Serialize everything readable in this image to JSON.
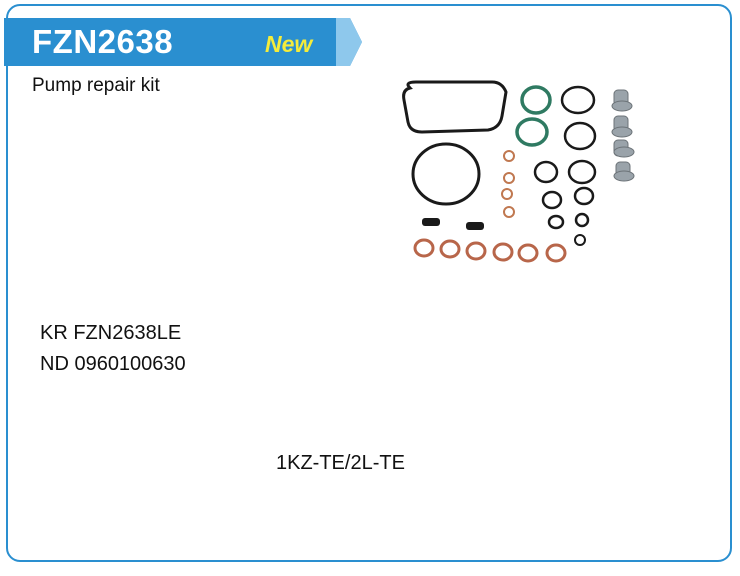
{
  "product": {
    "code": "FZN2638",
    "badge": "New",
    "description": "Pump repair kit"
  },
  "references": [
    "KR FZN2638LE",
    "ND 0960100630"
  ],
  "application": "1KZ-TE/2L-TE",
  "colors": {
    "border": "#2a8fd0",
    "banner": "#2a8fd0",
    "banner_light": "#8ec8ec",
    "badge_text": "#f5ec3a"
  }
}
